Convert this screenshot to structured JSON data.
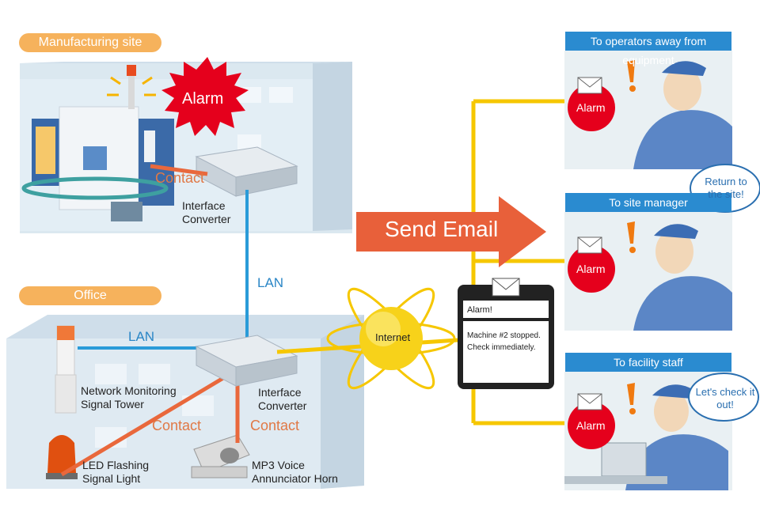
{
  "sections": {
    "manufacturing_site": "Manufacturing site",
    "office": "Office"
  },
  "manufacturing": {
    "alarm": "Alarm",
    "contact": "Contact",
    "interface_converter": [
      "Interface",
      "Converter"
    ]
  },
  "office": {
    "lan_horizontal": "LAN",
    "interface_converter": [
      "Interface",
      "Converter"
    ],
    "signal_tower": [
      "Network Monitoring",
      "Signal Tower"
    ],
    "contact_left": "Contact",
    "contact_right": "Contact",
    "led_light": [
      "LED Flashing",
      "Signal Light"
    ],
    "voice_horn": [
      "MP3 Voice",
      "Annunciator Horn"
    ]
  },
  "network": {
    "lan_vertical": "LAN",
    "internet": "Internet",
    "send_email": "Send Email"
  },
  "phone": {
    "title": "Alarm!",
    "body": "Machine #2 stopped. Check immediately."
  },
  "recipients": [
    {
      "heading": "To operators away from equipment",
      "alarm": "Alarm",
      "speech": ""
    },
    {
      "heading": "To site manager",
      "alarm": "Alarm",
      "speech": "Return to the site!"
    },
    {
      "heading": "To facility staff",
      "alarm": "Alarm",
      "speech": "Let's check it out!"
    }
  ],
  "colors": {
    "lan": "#2a9bd8",
    "contact": "#e9683c",
    "internet_line": "#f6c700",
    "header_blue": "#2a8bd0",
    "pill_orange": "#f6b25c",
    "alarm_red": "#e5001c"
  }
}
